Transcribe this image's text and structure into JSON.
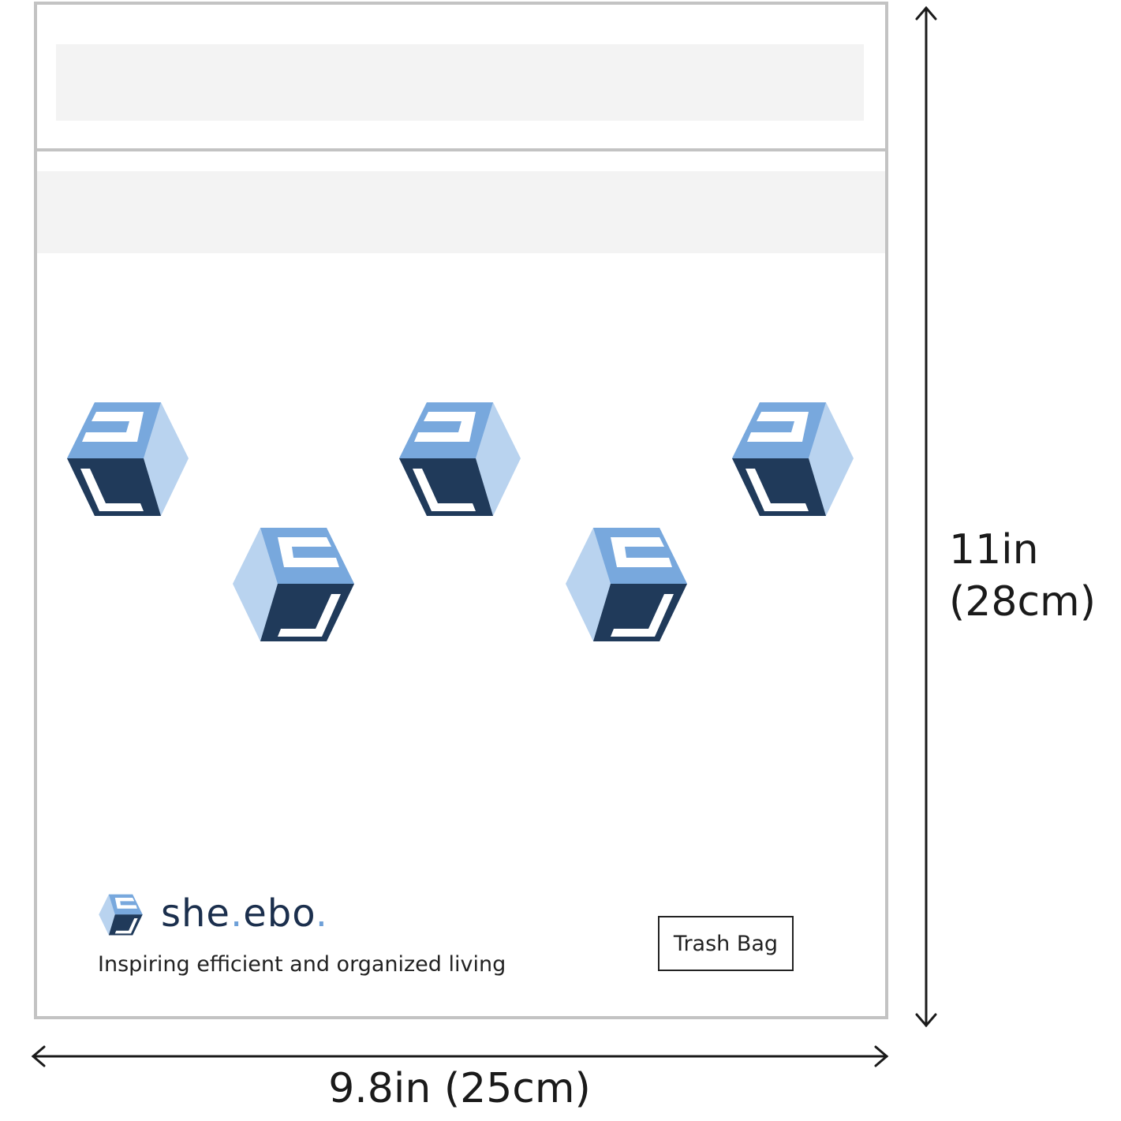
{
  "product": {
    "brand_name_part1": "she",
    "brand_name_dot1": ".",
    "brand_name_part2": "ebo",
    "brand_name_dot2": ".",
    "tagline": "Inspiring efficient and organized living",
    "label": "Trash Bag"
  },
  "dimensions": {
    "width": "9.8in (25cm)",
    "height_line1": "11in",
    "height_line2": "(28cm)"
  },
  "colors": {
    "bag_border": "#c3c3c3",
    "zip_strip": "#f3f3f3",
    "cube_light": "#b9d3ef",
    "cube_mid": "#78a8dd",
    "cube_dark": "#203a5a",
    "brand_text": "#1b2f4d"
  },
  "icons": [
    "cube-logo-icon",
    "arrow-horizontal-icon",
    "arrow-vertical-icon"
  ]
}
